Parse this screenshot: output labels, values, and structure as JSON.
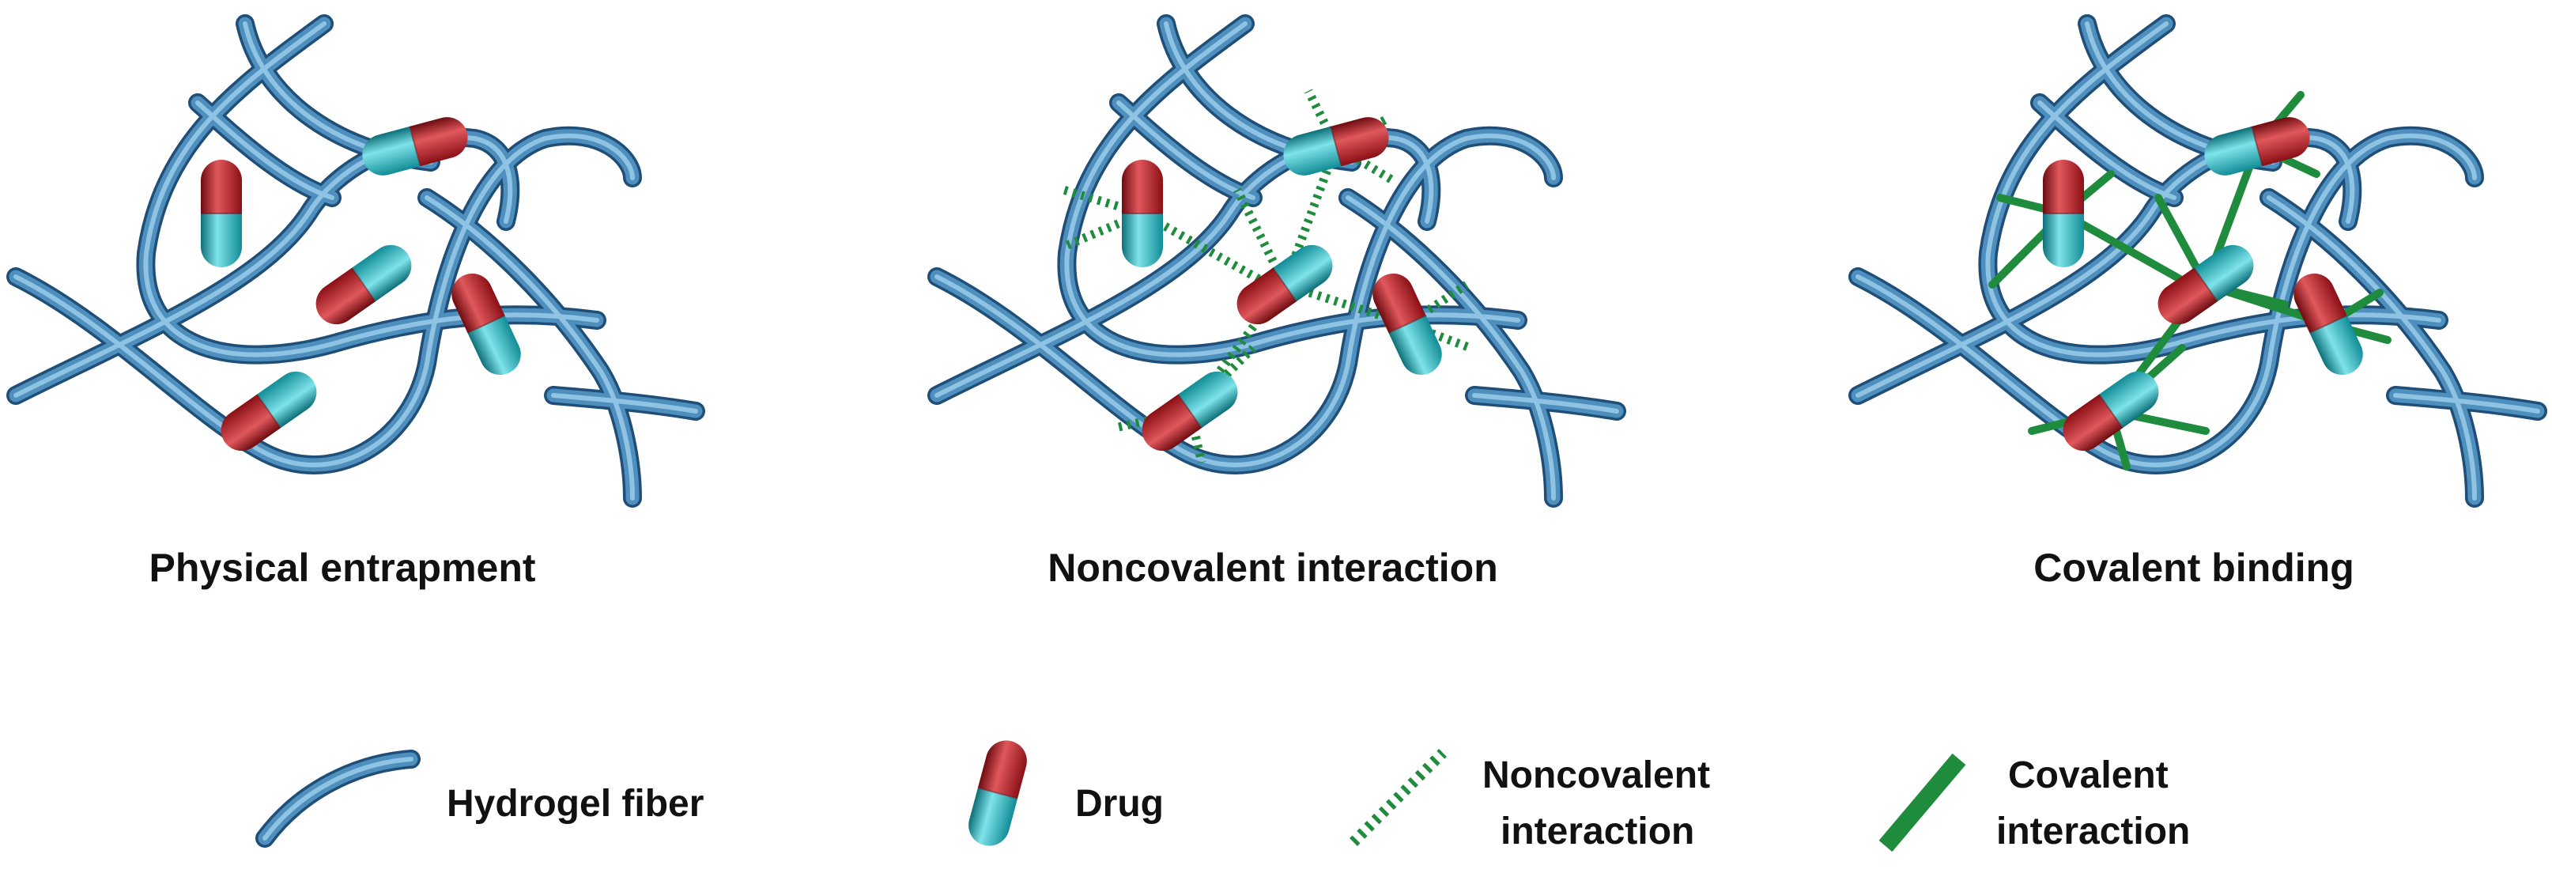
{
  "panels": [
    {
      "title": "Physical entrapment",
      "linker": "none"
    },
    {
      "title": "Noncovalent interaction",
      "linker": "noncovalent"
    },
    {
      "title": "Covalent binding",
      "linker": "covalent"
    }
  ],
  "legend": {
    "fiber": "Hydrogel fiber",
    "drug": "Drug",
    "noncovalent": [
      "Noncovalent",
      "interaction"
    ],
    "covalent": [
      "Covalent",
      "interaction"
    ]
  },
  "colors": {
    "fiber_light": "#8fc3e3",
    "fiber_mid": "#4f8fbd",
    "fiber_dark": "#1f4f78",
    "drug_red": "#a8161c",
    "drug_red_light": "#e0585c",
    "drug_teal": "#17a3ae",
    "drug_teal_light": "#7fe3ea",
    "bond_green": "#1f8b3c"
  }
}
